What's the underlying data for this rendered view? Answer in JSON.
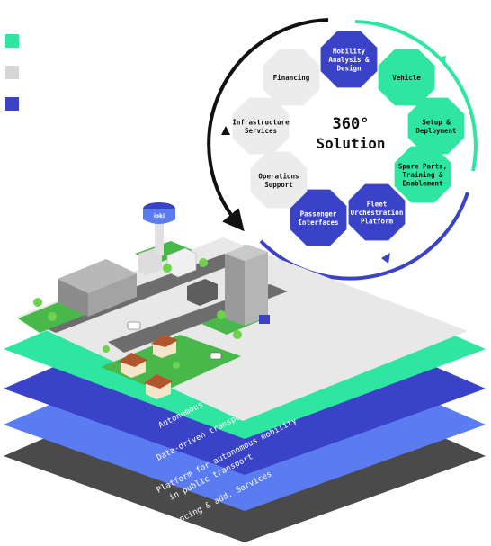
{
  "legend": [
    {
      "color": "#2ee6a0"
    },
    {
      "color": "#d6d6d6"
    },
    {
      "color": "#3a42c8"
    }
  ],
  "center": {
    "line1": "360°",
    "line2": "Solution"
  },
  "segments": [
    {
      "lines": [
        "Mobility",
        "Analysis &",
        "Design"
      ],
      "color": "#3a42c8",
      "text_color": "#ffffff"
    },
    {
      "lines": [
        "Vehicle"
      ],
      "color": "#2ee6a0",
      "text_color": "#111111"
    },
    {
      "lines": [
        "Setup &",
        "Deployment"
      ],
      "color": "#2ee6a0",
      "text_color": "#111111"
    },
    {
      "lines": [
        "Spare Parts,",
        "Training &",
        "Enablement"
      ],
      "color": "#2ee6a0",
      "text_color": "#111111"
    },
    {
      "lines": [
        "Fleet",
        "Orchestration",
        "Platform"
      ],
      "color": "#3a42c8",
      "text_color": "#ffffff"
    },
    {
      "lines": [
        "Passenger",
        "Interfaces"
      ],
      "color": "#3a42c8",
      "text_color": "#ffffff"
    },
    {
      "lines": [
        "Operations",
        "Support"
      ],
      "color": "#ececec",
      "text_color": "#111111"
    },
    {
      "lines": [
        "Infrastructure",
        "Services"
      ],
      "color": "#ececec",
      "text_color": "#111111"
    },
    {
      "lines": [
        "Financing"
      ],
      "color": "#ececec",
      "text_color": "#111111"
    }
  ],
  "ring_colors": {
    "green": "#2ee6a0",
    "blue": "#3a42c8",
    "black": "#111111"
  },
  "layers": [
    {
      "label": "Autonomous shuttle",
      "color": "#2ee6a0"
    },
    {
      "label": "Data-driven transport planning",
      "color": "#3a42c8"
    },
    {
      "label_line1": "Platform for autonomous mobility",
      "label_line2": "in public transport",
      "color": "#5b7cf0"
    },
    {
      "label": "Financing & add. Services",
      "color": "#4a4a4a"
    }
  ],
  "tower_sign": "ioki"
}
